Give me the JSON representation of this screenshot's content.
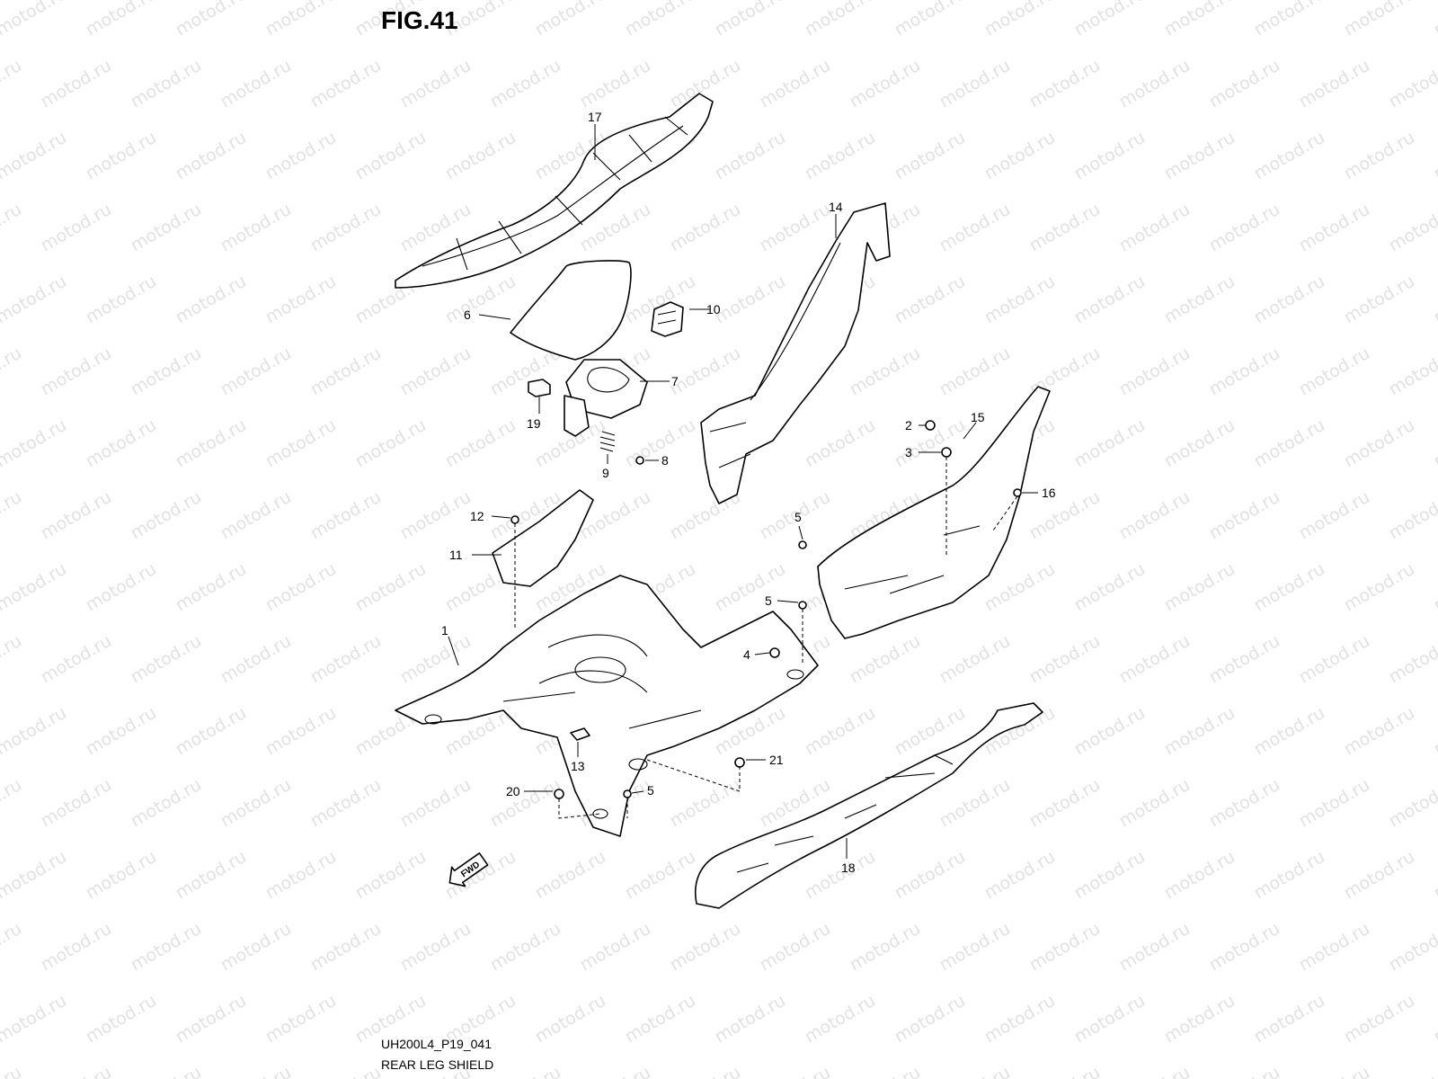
{
  "figure": {
    "title": "FIG.41",
    "code": "UH200L4_P19_041",
    "name": "REAR LEG SHIELD"
  },
  "watermark": {
    "text": "motod.ru",
    "color": "#e2e2e2"
  },
  "direction_arrow": {
    "label": "FWD",
    "icon": "fwd-arrow-icon"
  },
  "callouts": [
    {
      "id": "c17",
      "label": "17"
    },
    {
      "id": "c14",
      "label": "14"
    },
    {
      "id": "c6",
      "label": "6"
    },
    {
      "id": "c10",
      "label": "10"
    },
    {
      "id": "c7",
      "label": "7"
    },
    {
      "id": "c19",
      "label": "19"
    },
    {
      "id": "c9",
      "label": "9"
    },
    {
      "id": "c8",
      "label": "8"
    },
    {
      "id": "c2",
      "label": "2"
    },
    {
      "id": "c15",
      "label": "15"
    },
    {
      "id": "c3",
      "label": "3"
    },
    {
      "id": "c16",
      "label": "16"
    },
    {
      "id": "c12",
      "label": "12"
    },
    {
      "id": "c5a",
      "label": "5"
    },
    {
      "id": "c11",
      "label": "11"
    },
    {
      "id": "c5b",
      "label": "5"
    },
    {
      "id": "c1",
      "label": "1"
    },
    {
      "id": "c4",
      "label": "4"
    },
    {
      "id": "c13",
      "label": "13"
    },
    {
      "id": "c21",
      "label": "21"
    },
    {
      "id": "c20",
      "label": "20"
    },
    {
      "id": "c5c",
      "label": "5"
    },
    {
      "id": "c18",
      "label": "18"
    }
  ]
}
